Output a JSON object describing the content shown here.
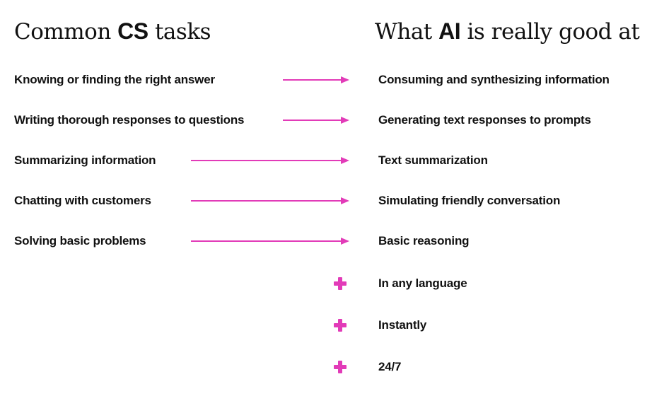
{
  "headings": {
    "left": {
      "pre": "Common ",
      "bold": "CS",
      "post": " tasks"
    },
    "right": {
      "pre": "What ",
      "bold": "AI",
      "post": " is really good at"
    }
  },
  "mappings": [
    {
      "task": "Knowing or finding the right answer",
      "capability": "Consuming and synthesizing information"
    },
    {
      "task": "Writing thorough responses to questions",
      "capability": "Generating text responses to prompts"
    },
    {
      "task": "Summarizing information",
      "capability": "Text summarization"
    },
    {
      "task": "Chatting with customers",
      "capability": "Simulating friendly conversation"
    },
    {
      "task": "Solving basic problems",
      "capability": "Basic reasoning"
    }
  ],
  "extras": [
    "In any language",
    "Instantly",
    "24/7"
  ],
  "colors": {
    "accent": "#e23bb8",
    "text": "#111111"
  },
  "icons": {
    "arrow": "arrow-right-icon",
    "plus": "plus-icon"
  }
}
